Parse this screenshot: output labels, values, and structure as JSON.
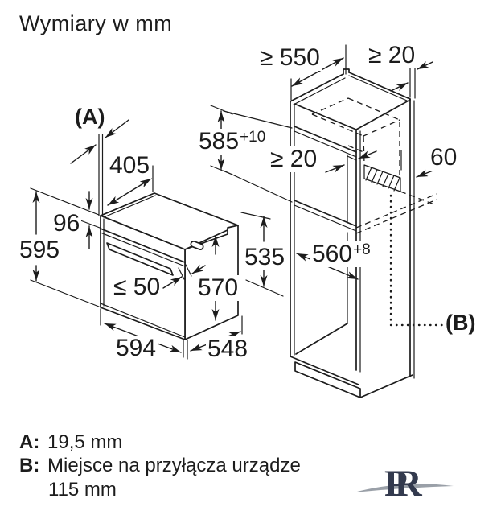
{
  "title": "Wymiary w mm",
  "figure": {
    "callout_a": "(A)",
    "callout_b": "(B)",
    "oven_dims": {
      "top_depth": "405",
      "panel_height": "96",
      "height": "595",
      "handle_depth": "≤ 50",
      "side_height": "570",
      "width": "594",
      "depth": "548"
    },
    "cabinet_dims": {
      "min_depth": "≥ 550",
      "rear_wall_gap": "≥ 20",
      "niche_height": "585",
      "niche_height_tol": "+10",
      "shelf_air_gap": "≥ 20",
      "vent_height": "60",
      "niche_width": "560",
      "niche_width_tol": "+8",
      "lower_niche_height": "535"
    }
  },
  "legend": {
    "a_label": "A:",
    "a_value": "19,5 mm",
    "b_label": "B:",
    "b_value": "Miejsce na przyłącza urządze",
    "b_value_cont": "115 mm"
  },
  "watermark": {
    "text": "PR"
  },
  "colors": {
    "line": "#1c1c1c",
    "background": "#ffffff",
    "watermark_navy": "#333a4e",
    "watermark_gray": "#9aa0a8"
  }
}
